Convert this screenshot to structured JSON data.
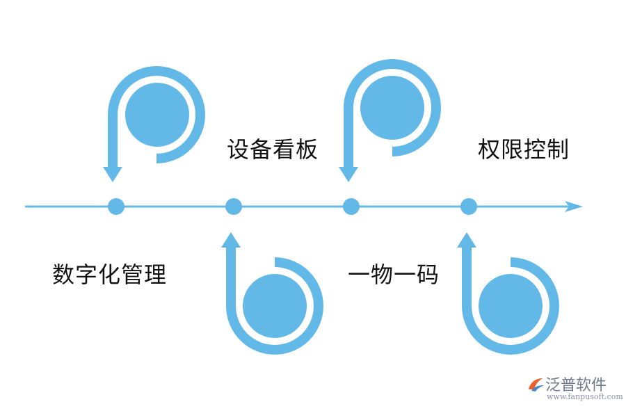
{
  "colors": {
    "accent": "#62b8e6",
    "text": "#111111"
  },
  "stages": [
    {
      "label": "数字化管理",
      "glyph": "p"
    },
    {
      "label": "设备看板",
      "glyph": "b"
    },
    {
      "label": "一物一码",
      "glyph": "p"
    },
    {
      "label": "权限控制",
      "glyph": "b"
    }
  ],
  "watermark": {
    "brand": "泛普软件",
    "url": "www.fanpusoft.com"
  }
}
